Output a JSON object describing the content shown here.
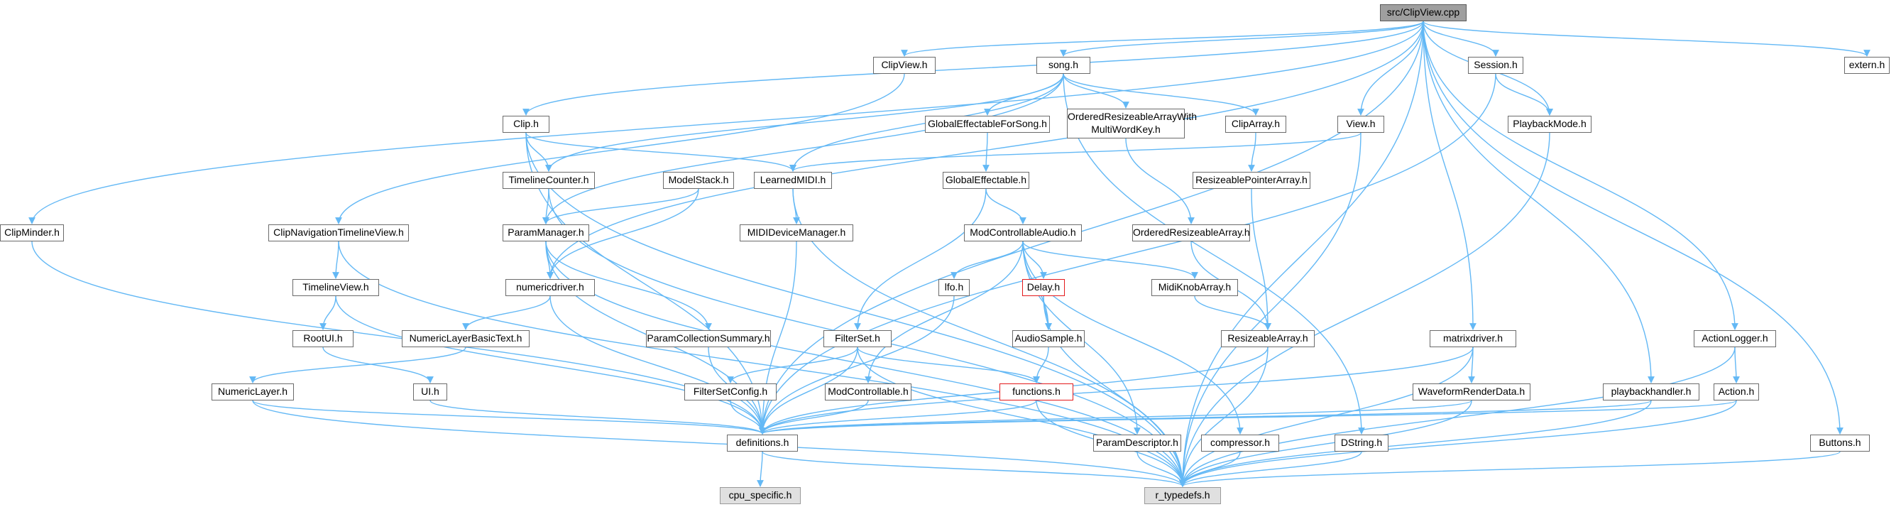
{
  "nodes": [
    {
      "id": "root",
      "label": "src/ClipView.cpp",
      "style": "root"
    },
    {
      "id": "clipviewh",
      "label": "ClipView.h"
    },
    {
      "id": "songh",
      "label": "song.h"
    },
    {
      "id": "sessionh",
      "label": "Session.h"
    },
    {
      "id": "externh",
      "label": "extern.h"
    },
    {
      "id": "cliph",
      "label": "Clip.h"
    },
    {
      "id": "globaleffsongh",
      "label": "GlobalEffectableForSong.h"
    },
    {
      "id": "ordmultih",
      "label": "OrderedResizeableArrayWith MultiWordKey.h"
    },
    {
      "id": "cliparrayh",
      "label": "ClipArray.h"
    },
    {
      "id": "viewh",
      "label": "View.h"
    },
    {
      "id": "playbackmodeh",
      "label": "PlaybackMode.h"
    },
    {
      "id": "timelinecounterh",
      "label": "TimelineCounter.h"
    },
    {
      "id": "modelstackh",
      "label": "ModelStack.h"
    },
    {
      "id": "learnedmidih",
      "label": "LearnedMIDI.h"
    },
    {
      "id": "globaleffh",
      "label": "GlobalEffectable.h"
    },
    {
      "id": "resptrarrayh",
      "label": "ResizeablePointerArray.h"
    },
    {
      "id": "clipminderh",
      "label": "ClipMinder.h"
    },
    {
      "id": "clipnavh",
      "label": "ClipNavigationTimelineView.h"
    },
    {
      "id": "parammanagerh",
      "label": "ParamManager.h"
    },
    {
      "id": "mididevmgrh",
      "label": "MIDIDeviceManager.h"
    },
    {
      "id": "modctrlaudioh",
      "label": "ModControllableAudio.h"
    },
    {
      "id": "ordresarrayh",
      "label": "OrderedResizeableArray.h"
    },
    {
      "id": "timelineviewh",
      "label": "TimelineView.h"
    },
    {
      "id": "numericdriverh",
      "label": "numericdriver.h"
    },
    {
      "id": "lfoh",
      "label": "lfo.h"
    },
    {
      "id": "delayh",
      "label": "Delay.h",
      "style": "red"
    },
    {
      "id": "midiknobarrayh",
      "label": "MidiKnobArray.h"
    },
    {
      "id": "rootuih",
      "label": "RootUI.h"
    },
    {
      "id": "numlayerbasich",
      "label": "NumericLayerBasicText.h"
    },
    {
      "id": "paramcollsumh",
      "label": "ParamCollectionSummary.h"
    },
    {
      "id": "filterseth",
      "label": "FilterSet.h"
    },
    {
      "id": "audiosampleh",
      "label": "AudioSample.h"
    },
    {
      "id": "resarrayh",
      "label": "ResizeableArray.h"
    },
    {
      "id": "matrixdriverh",
      "label": "matrixdriver.h"
    },
    {
      "id": "actionloggerh",
      "label": "ActionLogger.h"
    },
    {
      "id": "numericlayerh",
      "label": "NumericLayer.h"
    },
    {
      "id": "uih",
      "label": "UI.h"
    },
    {
      "id": "filtersetconfigh",
      "label": "FilterSetConfig.h"
    },
    {
      "id": "modctrlh",
      "label": "ModControllable.h"
    },
    {
      "id": "functionsh",
      "label": "functions.h",
      "style": "red"
    },
    {
      "id": "waveformh",
      "label": "WaveformRenderData.h"
    },
    {
      "id": "playbackhandlerh",
      "label": "playbackhandler.h"
    },
    {
      "id": "actionh",
      "label": "Action.h"
    },
    {
      "id": "definitionsh",
      "label": "definitions.h"
    },
    {
      "id": "paramdescrh",
      "label": "ParamDescriptor.h"
    },
    {
      "id": "compressorh",
      "label": "compressor.h"
    },
    {
      "id": "dstringh",
      "label": "DString.h"
    },
    {
      "id": "buttonsh",
      "label": "Buttons.h"
    },
    {
      "id": "cpuspech",
      "label": "cpu_specific.h",
      "style": "gray"
    },
    {
      "id": "rtypedefsh",
      "label": "r_typedefs.h",
      "style": "gray"
    }
  ],
  "edges": [
    [
      "root",
      "clipviewh"
    ],
    [
      "root",
      "songh"
    ],
    [
      "root",
      "sessionh"
    ],
    [
      "root",
      "externh"
    ],
    [
      "root",
      "cliph"
    ],
    [
      "root",
      "viewh"
    ],
    [
      "root",
      "playbackmodeh"
    ],
    [
      "root",
      "clipminderh"
    ],
    [
      "root",
      "numericdriverh"
    ],
    [
      "root",
      "matrixdriverh"
    ],
    [
      "root",
      "actionloggerh"
    ],
    [
      "root",
      "playbackhandlerh"
    ],
    [
      "root",
      "buttonsh"
    ],
    [
      "root",
      "definitionsh"
    ],
    [
      "root",
      "rtypedefsh"
    ],
    [
      "clipviewh",
      "clipnavh"
    ],
    [
      "songh",
      "globaleffsongh"
    ],
    [
      "songh",
      "ordmultih"
    ],
    [
      "songh",
      "cliparrayh"
    ],
    [
      "songh",
      "timelinecounterh"
    ],
    [
      "songh",
      "learnedmidih"
    ],
    [
      "songh",
      "parammanagerh"
    ],
    [
      "songh",
      "dstringh"
    ],
    [
      "sessionh",
      "playbackmodeh"
    ],
    [
      "sessionh",
      "definitionsh"
    ],
    [
      "cliph",
      "timelinecounterh"
    ],
    [
      "cliph",
      "learnedmidih"
    ],
    [
      "cliph",
      "definitionsh"
    ],
    [
      "cliph",
      "rtypedefsh"
    ],
    [
      "globaleffsongh",
      "globaleffh"
    ],
    [
      "ordmultih",
      "ordresarrayh"
    ],
    [
      "cliparrayh",
      "resptrarrayh"
    ],
    [
      "viewh",
      "learnedmidih"
    ],
    [
      "viewh",
      "rtypedefsh"
    ],
    [
      "playbackmodeh",
      "rtypedefsh"
    ],
    [
      "timelinecounterh",
      "parammanagerh"
    ],
    [
      "timelinecounterh",
      "rtypedefsh"
    ],
    [
      "modelstackh",
      "parammanagerh"
    ],
    [
      "modelstackh",
      "numericdriverh"
    ],
    [
      "learnedmidih",
      "mididevmgrh"
    ],
    [
      "learnedmidih",
      "rtypedefsh"
    ],
    [
      "globaleffh",
      "modctrlaudioh"
    ],
    [
      "globaleffh",
      "filterseth"
    ],
    [
      "resptrarrayh",
      "resarrayh"
    ],
    [
      "clipminderh",
      "definitionsh"
    ],
    [
      "clipnavh",
      "timelineviewh"
    ],
    [
      "clipnavh",
      "rtypedefsh"
    ],
    [
      "parammanagerh",
      "numericdriverh"
    ],
    [
      "parammanagerh",
      "paramcollsumh"
    ],
    [
      "parammanagerh",
      "definitionsh"
    ],
    [
      "parammanagerh",
      "rtypedefsh"
    ],
    [
      "mididevmgrh",
      "definitionsh"
    ],
    [
      "modctrlaudioh",
      "lfoh"
    ],
    [
      "modctrlaudioh",
      "delayh"
    ],
    [
      "modctrlaudioh",
      "midiknobarrayh"
    ],
    [
      "modctrlaudioh",
      "audiosampleh"
    ],
    [
      "modctrlaudioh",
      "modctrlh"
    ],
    [
      "modctrlaudioh",
      "paramdescrh"
    ],
    [
      "modctrlaudioh",
      "compressorh"
    ],
    [
      "ordresarrayh",
      "resarrayh"
    ],
    [
      "timelineviewh",
      "rootuih"
    ],
    [
      "timelineviewh",
      "definitionsh"
    ],
    [
      "numericdriverh",
      "numlayerbasich"
    ],
    [
      "numericdriverh",
      "definitionsh"
    ],
    [
      "lfoh",
      "definitionsh"
    ],
    [
      "delayh",
      "audiosampleh"
    ],
    [
      "delayh",
      "rtypedefsh"
    ],
    [
      "midiknobarrayh",
      "resarrayh"
    ],
    [
      "rootuih",
      "uih"
    ],
    [
      "numlayerbasich",
      "numericlayerh"
    ],
    [
      "paramcollsumh",
      "definitionsh"
    ],
    [
      "filterseth",
      "filtersetconfigh"
    ],
    [
      "filterseth",
      "functionsh"
    ],
    [
      "filterseth",
      "definitionsh"
    ],
    [
      "filterseth",
      "rtypedefsh"
    ],
    [
      "audiosampleh",
      "functionsh"
    ],
    [
      "resarrayh",
      "definitionsh"
    ],
    [
      "resarrayh",
      "rtypedefsh"
    ],
    [
      "matrixdriverh",
      "waveformh"
    ],
    [
      "matrixdriverh",
      "definitionsh"
    ],
    [
      "matrixdriverh",
      "rtypedefsh"
    ],
    [
      "actionloggerh",
      "actionh"
    ],
    [
      "actionloggerh",
      "rtypedefsh"
    ],
    [
      "numericlayerh",
      "definitionsh"
    ],
    [
      "numericlayerh",
      "rtypedefsh"
    ],
    [
      "uih",
      "definitionsh"
    ],
    [
      "filtersetconfigh",
      "definitionsh"
    ],
    [
      "modctrlh",
      "definitionsh"
    ],
    [
      "functionsh",
      "definitionsh"
    ],
    [
      "functionsh",
      "rtypedefsh"
    ],
    [
      "waveformh",
      "definitionsh"
    ],
    [
      "waveformh",
      "rtypedefsh"
    ],
    [
      "playbackhandlerh",
      "definitionsh"
    ],
    [
      "playbackhandlerh",
      "rtypedefsh"
    ],
    [
      "actionh",
      "definitionsh"
    ],
    [
      "actionh",
      "rtypedefsh"
    ],
    [
      "definitionsh",
      "cpuspech"
    ],
    [
      "definitionsh",
      "rtypedefsh"
    ],
    [
      "paramdescrh",
      "rtypedefsh"
    ],
    [
      "compressorh",
      "rtypedefsh"
    ],
    [
      "dstringh",
      "rtypedefsh"
    ],
    [
      "buttonsh",
      "rtypedefsh"
    ]
  ],
  "colors": {
    "edge": "#63b8f5",
    "node_border": "#6b6b6b",
    "root_fill": "#9f9f9f",
    "gray_fill": "#e0e0e0",
    "highlight_border": "#e41a1c"
  }
}
